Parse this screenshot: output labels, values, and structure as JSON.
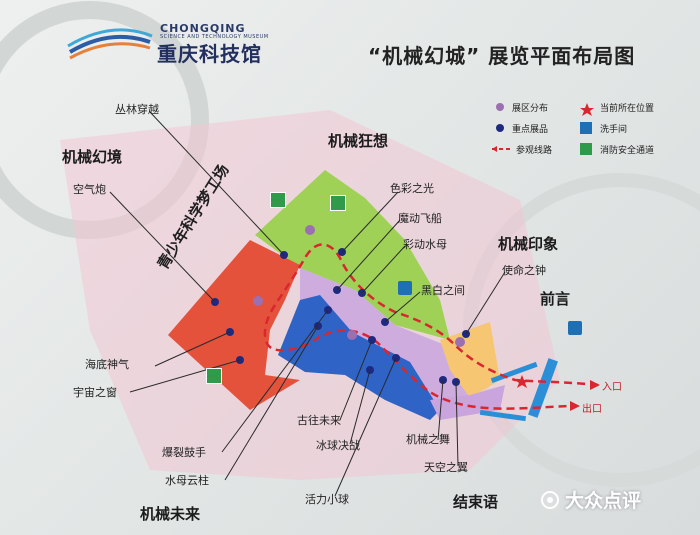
{
  "header": {
    "logo_en": "CHONGQING",
    "logo_en_sub": "SCIENCE AND TECHNOLOGY MUSEUM",
    "logo_cn": "重庆科技馆",
    "title": "“机械幻城” 展览平面布局图"
  },
  "legend": {
    "items": [
      {
        "label": "展区分布",
        "icon": "purple-dot-icon",
        "color": "#9b6fb0"
      },
      {
        "label": "当前所在位置",
        "icon": "red-star-icon",
        "color": "#d9262f"
      },
      {
        "label": "重点展品",
        "icon": "navy-dot-icon",
        "color": "#1d2a80"
      },
      {
        "label": "洗手间",
        "icon": "restroom-icon",
        "color": "#1f6fb5"
      },
      {
        "label": "参观线路",
        "icon": "dashed-route-icon",
        "color": "#d9262f"
      },
      {
        "label": "消防安全通道",
        "icon": "fire-exit-icon",
        "color": "#2e9a4a"
      }
    ]
  },
  "zones": {
    "jixie_huanjing": "机械幻境",
    "jixie_kuangxiang": "机械狂想",
    "jixie_yinxiang": "机械印象",
    "qianyan": "前言",
    "jixie_weilai": "机械未来",
    "jieshuyu": "结束语",
    "qingshaonian": "青少年科学梦工场"
  },
  "exhibits": {
    "conglin": "丛林穿越",
    "kongqipao": "空气炮",
    "haidi": "海底神气",
    "yuzhou": "宇宙之窗",
    "secai": "色彩之光",
    "modong_feichuan": "魔动飞船",
    "caidong_shuimu": "彩动水母",
    "heibai": "黑白之间",
    "shiming": "使命之钟",
    "guwang": "古往未来",
    "bingqiu": "冰球决战",
    "baolie": "爆裂鼓手",
    "shuimu_yunzhu": "水母云柱",
    "huoli": "活力小球",
    "jixie_zhiwu": "机械之舞",
    "tiankong": "天空之翼"
  },
  "entrances": {
    "in": "入口",
    "out": "出口"
  },
  "watermark": {
    "text": "大众点评",
    "icon": "dianping-icon"
  },
  "colors": {
    "zone_red": "#e5523c",
    "zone_green": "#9fd157",
    "zone_blue": "#2f63c6",
    "zone_purple": "#c9a4dd",
    "zone_pink": "#f2c7d4",
    "zone_orange": "#f6c672",
    "route": "#d9262f",
    "exhibit_dot": "#1d2a80"
  }
}
